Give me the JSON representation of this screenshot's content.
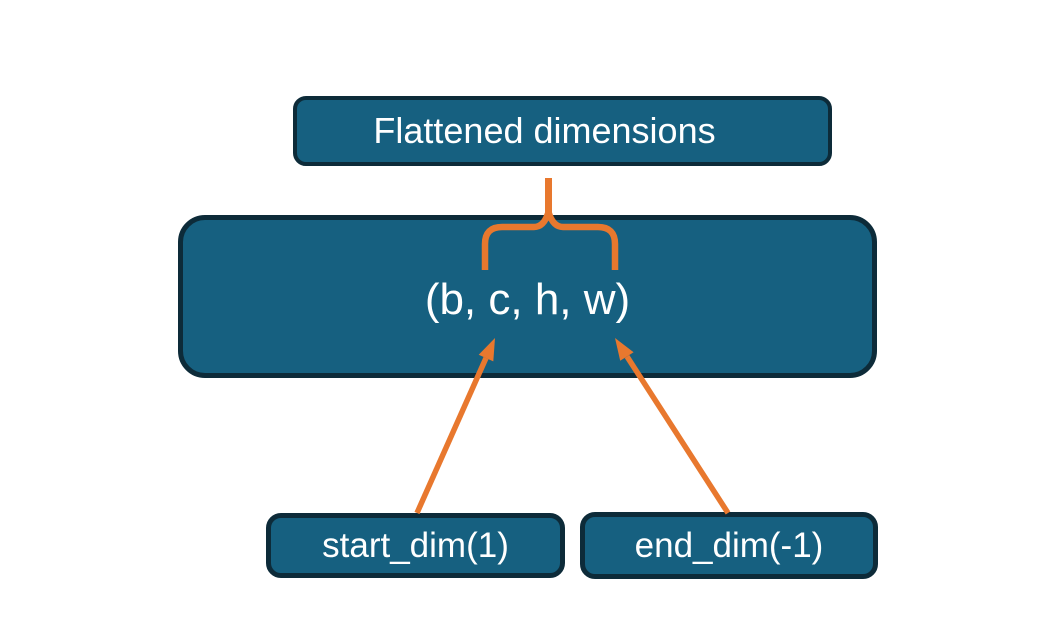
{
  "diagram": {
    "title_node": {
      "label": "Flattened dimensions"
    },
    "tuple_node": {
      "label": "(b, c, h, w)"
    },
    "start_dim_node": {
      "label": "start_dim(1)"
    },
    "end_dim_node": {
      "label": "end_dim(-1)"
    }
  },
  "colors": {
    "node-fill": "#166080",
    "node-border": "#0D2B39",
    "accent-orange": "#E8782E",
    "node-text": "#FFFFFF",
    "background": "#FFFFFF"
  }
}
